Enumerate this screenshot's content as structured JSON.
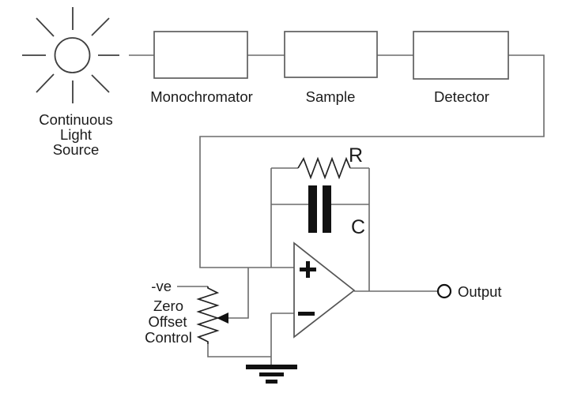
{
  "colors": {
    "background": "#ffffff",
    "wire": "#6b6b6b",
    "component": "#111111",
    "text": "#1b1b1b"
  },
  "light_source": {
    "label_lines": [
      "Continuous",
      "Light",
      "Source"
    ]
  },
  "signal_chain": [
    {
      "label": "Monochromator"
    },
    {
      "label": "Sample"
    },
    {
      "label": "Detector"
    }
  ],
  "amplifier": {
    "resistor_label": "R",
    "capacitor_label": "C"
  },
  "zero_offset": {
    "supply_label": "-ve",
    "label_lines": [
      "Zero",
      "Offset",
      "Control"
    ]
  },
  "output": {
    "label": "Output"
  }
}
